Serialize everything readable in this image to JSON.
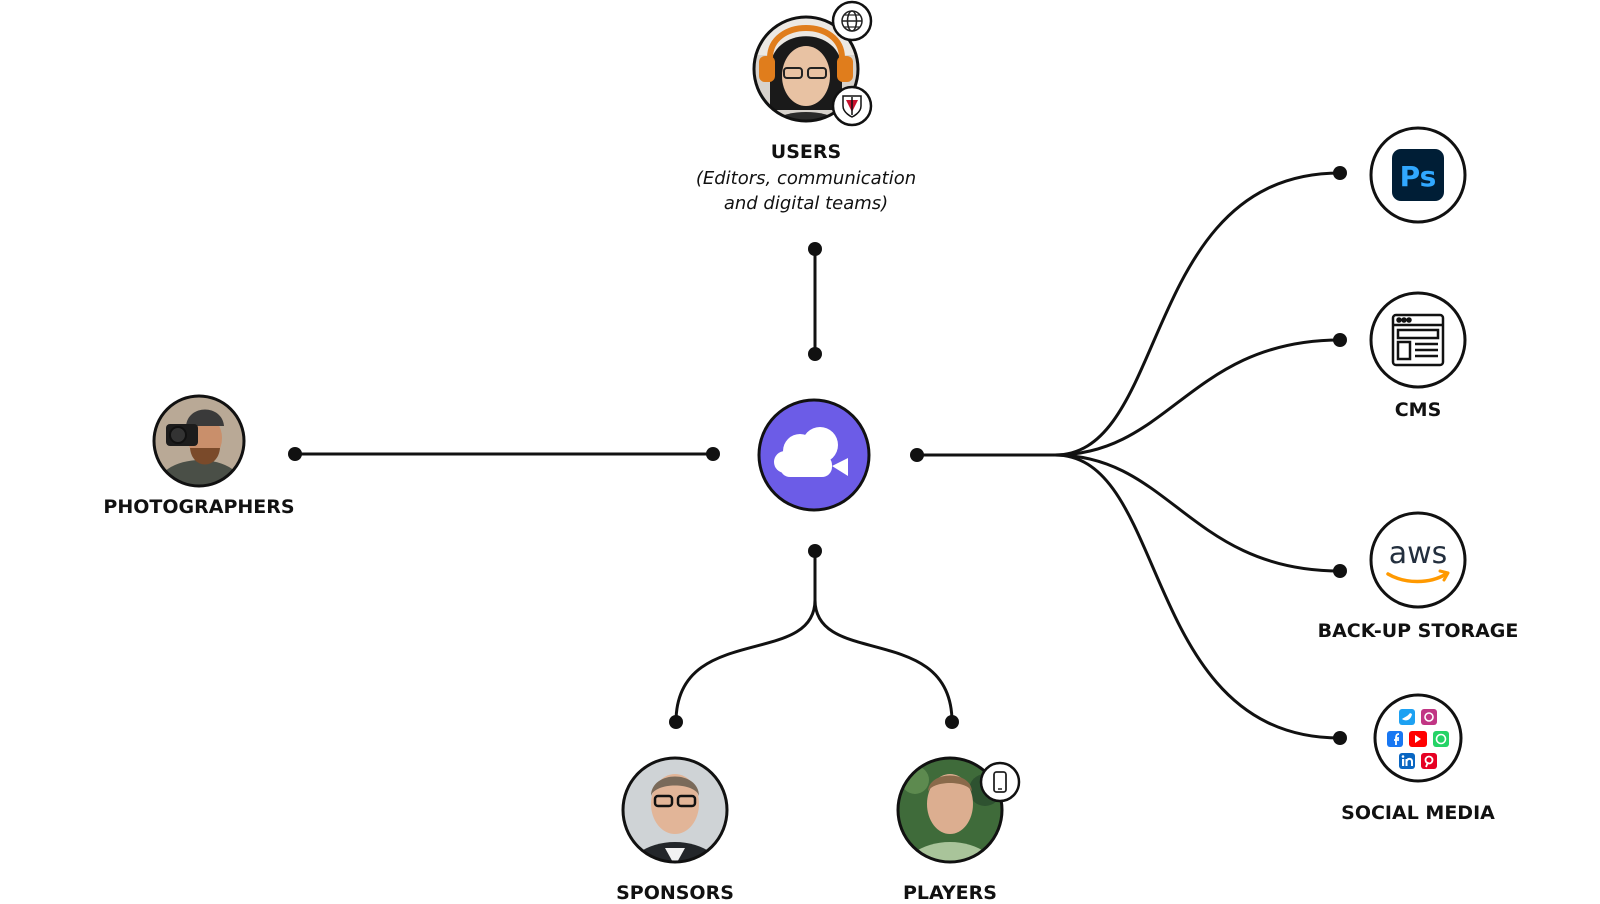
{
  "nodes": {
    "users": {
      "label": "USERS",
      "sub_lines": [
        "(Editors, communication",
        "and digital teams)"
      ]
    },
    "photographers": {
      "label": "PHOTOGRAPHERS"
    },
    "sponsors": {
      "label": "SPONSORS"
    },
    "players": {
      "label": "PLAYERS"
    },
    "photoshop": {
      "logo_text": "Ps"
    },
    "cms": {
      "label": "CMS"
    },
    "aws": {
      "label": "BACK-UP STORAGE",
      "logo_text": "aws"
    },
    "social": {
      "label": "SOCIAL MEDIA"
    }
  },
  "icons": {
    "hub": "cloud-video-icon",
    "users_badge_1": "globe-icon",
    "users_badge_2": "club-crest-icon",
    "players_badge": "smartphone-icon",
    "cms": "browser-window-icon",
    "social": [
      "twitter-icon",
      "instagram-icon",
      "facebook-icon",
      "youtube-icon",
      "whatsapp-icon",
      "linkedin-icon",
      "pinterest-icon"
    ]
  },
  "colors": {
    "hub": "#6C5CE7",
    "line": "#111111",
    "photoshop_bg": "#001E36",
    "photoshop_text": "#31A8FF",
    "aws_smile": "#FF9900"
  }
}
